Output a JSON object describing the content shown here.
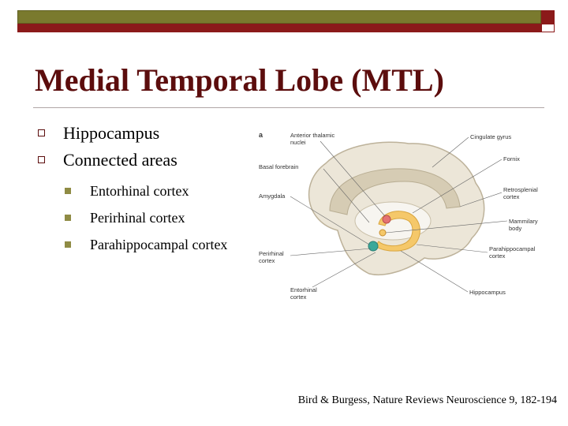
{
  "title": "Medial Temporal Lobe (MTL)",
  "bullets": [
    "Hippocampus",
    "Connected areas"
  ],
  "sub_bullets": [
    "Entorhinal cortex",
    "Perirhinal cortex",
    "Parahippocampal cortex"
  ],
  "figure": {
    "panel_letter": "a",
    "labels": {
      "anterior_thalamic_1": "Anterior thalamic",
      "anterior_thalamic_2": "nuclei",
      "basal_forebrain": "Basal forebrain",
      "amygdala": "Amygdala",
      "perirhinal_1": "Perirhinal",
      "perirhinal_2": "cortex",
      "entorhinal_1": "Entorhinal",
      "entorhinal_2": "cortex",
      "cingulate": "Cingulate gyrus",
      "fornix": "Fornix",
      "retrosplenial_1": "Retrosplenial",
      "retrosplenial_2": "cortex",
      "mammillary_1": "Mammilary",
      "mammillary_2": "body",
      "parahippocampal_1": "Parahippocampal",
      "parahippocampal_2": "cortex",
      "hippocampus": "Hippocampus"
    },
    "colors": {
      "cortex": "#ece6d8",
      "cingulate": "#d6ccb4",
      "hippocampus": "#f5c86a",
      "amygdala": "#3aa89a",
      "thalamic": "#e57373"
    }
  },
  "citation": "Bird & Burgess, Nature Reviews Neuroscience 9, 182-194"
}
